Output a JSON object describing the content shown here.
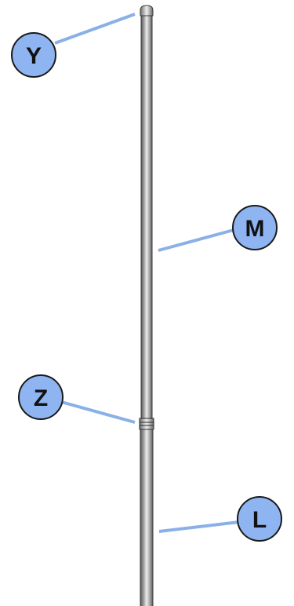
{
  "diagram": {
    "callouts": [
      {
        "id": "Y",
        "label": "Y"
      },
      {
        "id": "M",
        "label": "M"
      },
      {
        "id": "Z",
        "label": "Z"
      },
      {
        "id": "L",
        "label": "L"
      }
    ]
  },
  "colors": {
    "callout_fill": "#8fb4f2",
    "callout_stroke": "#1a1a1a",
    "leader_line": "#8ab0e8",
    "pole_dark": "#6f6f6f",
    "pole_light": "#e6e6e6",
    "background": "#ffffff"
  }
}
